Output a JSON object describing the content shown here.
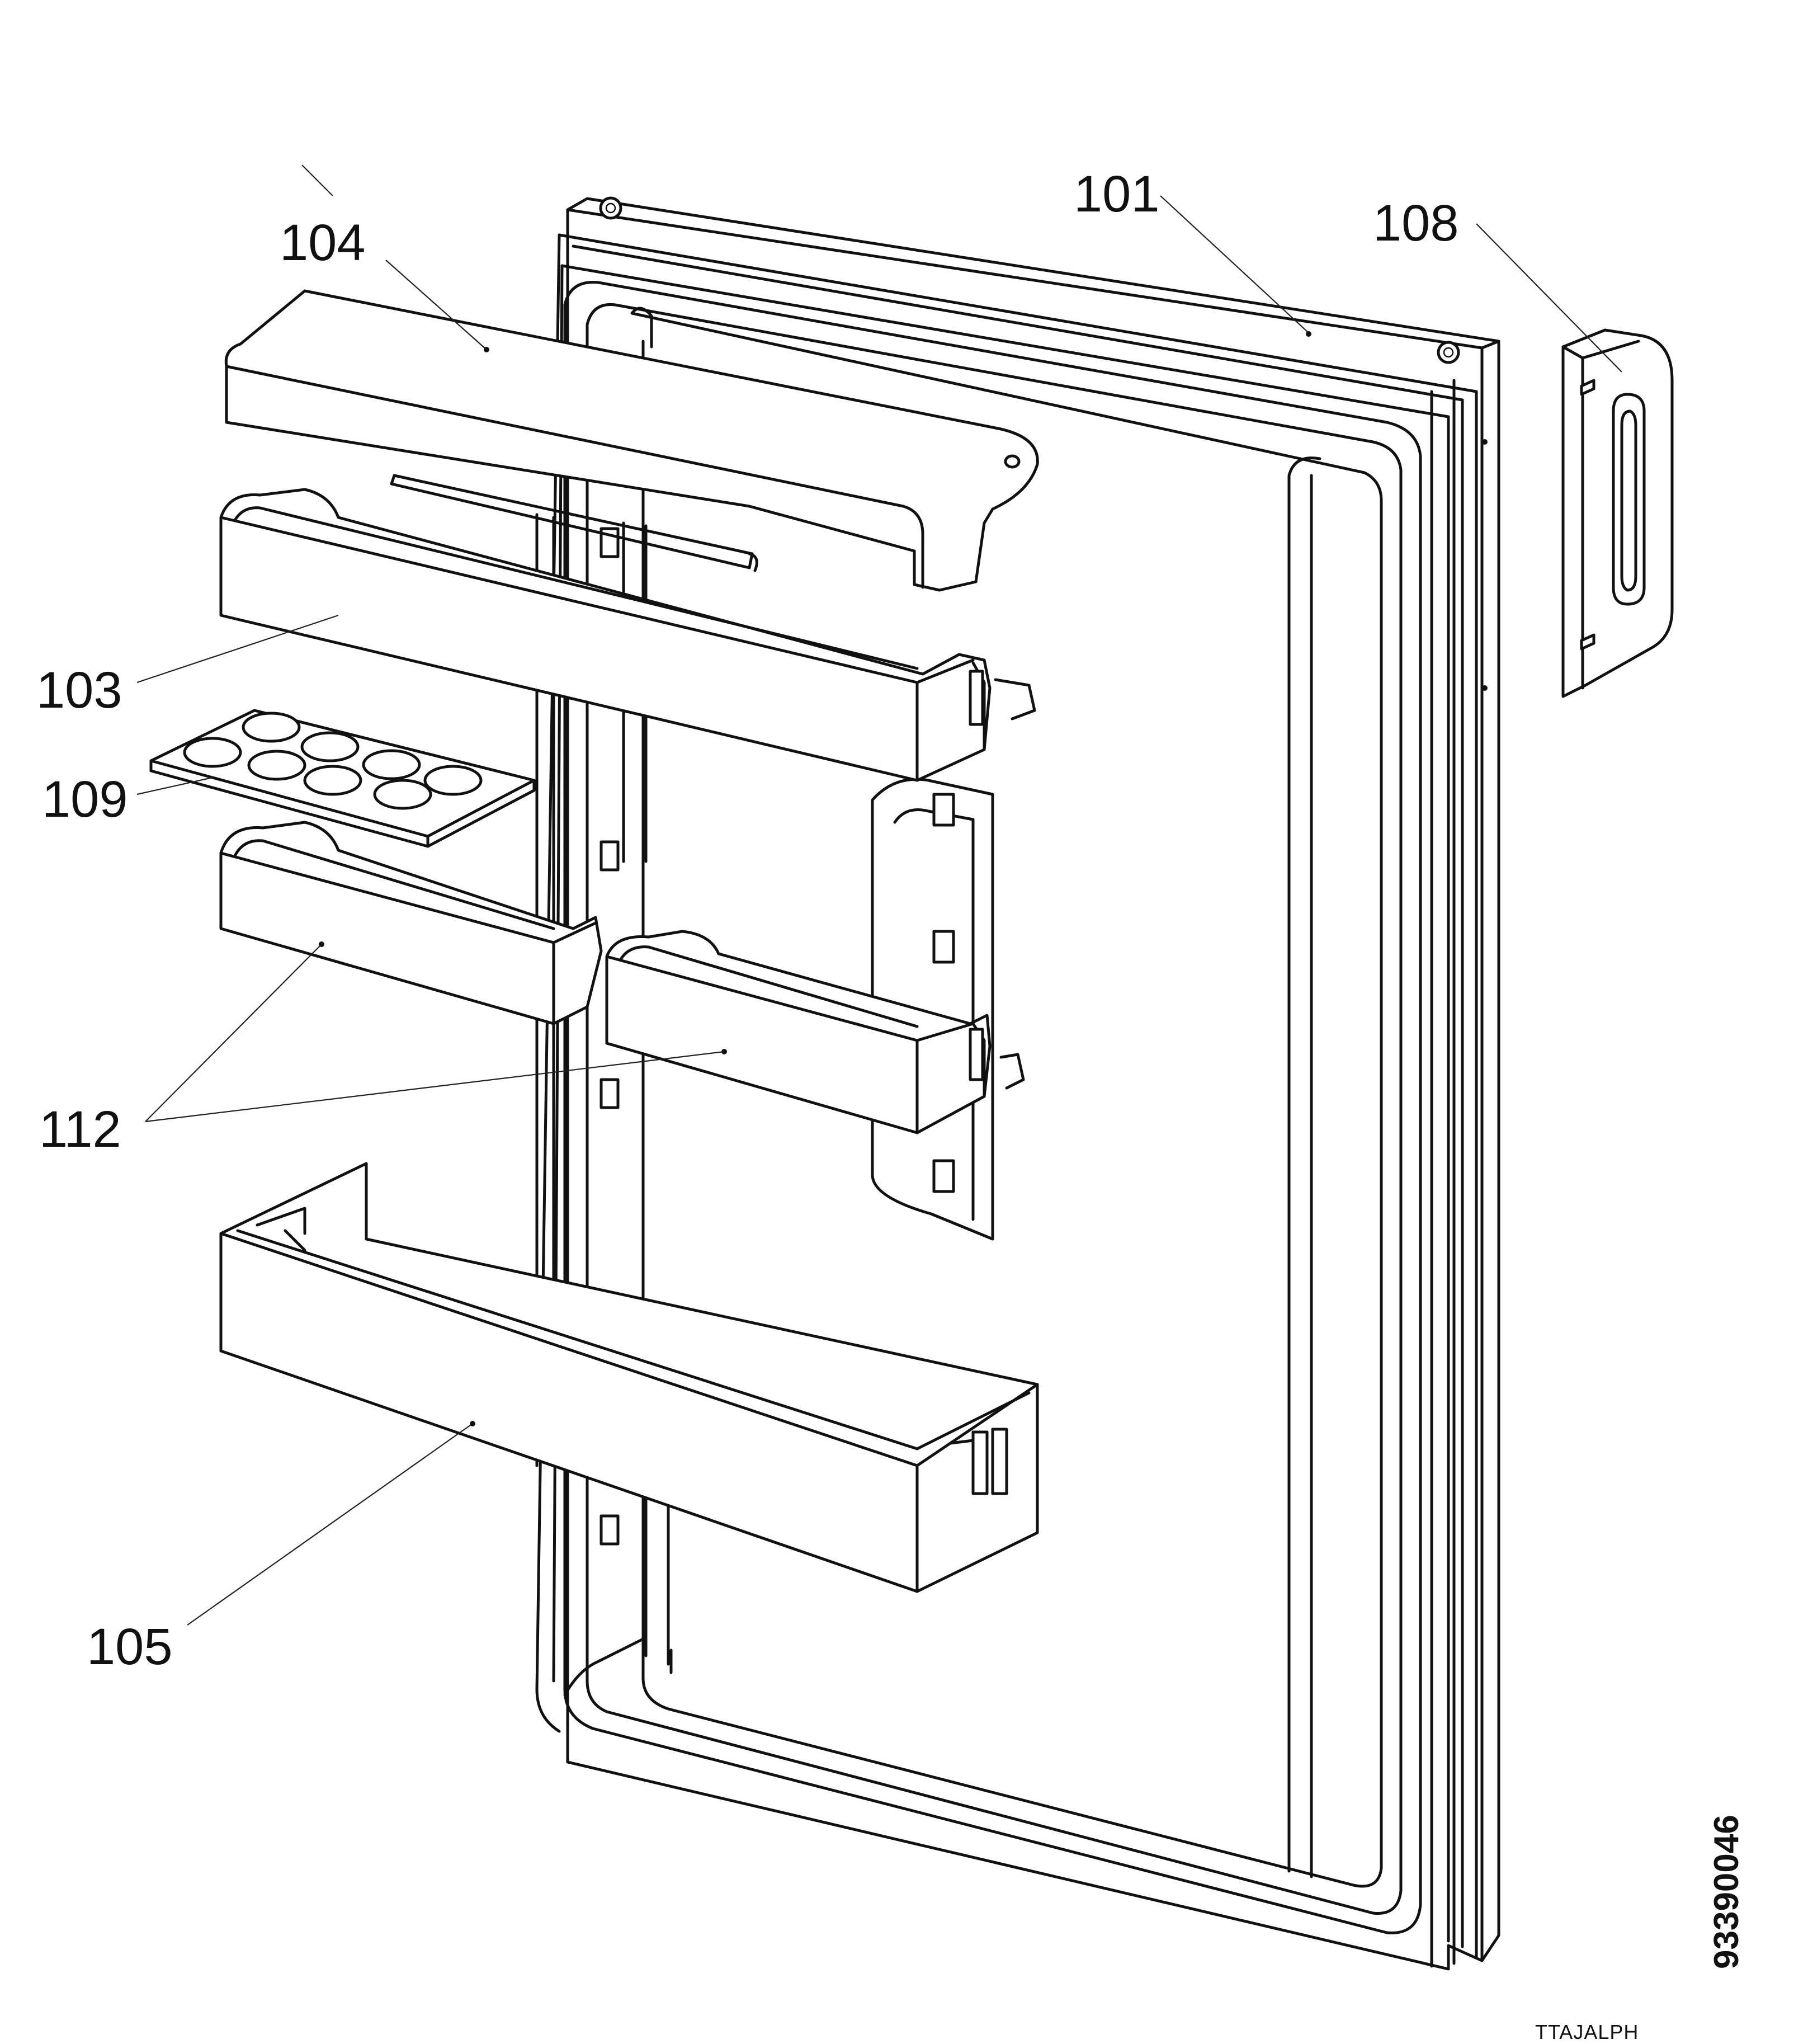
{
  "callouts": {
    "door": "101",
    "egg_rack_cover": "104",
    "upper_shelf": "103",
    "egg_tray": "109",
    "small_shelves": "112",
    "bottle_shelf": "105",
    "hinge_plate": "108"
  },
  "drawing_number": "93390046",
  "model_code": "TTAJALPH"
}
